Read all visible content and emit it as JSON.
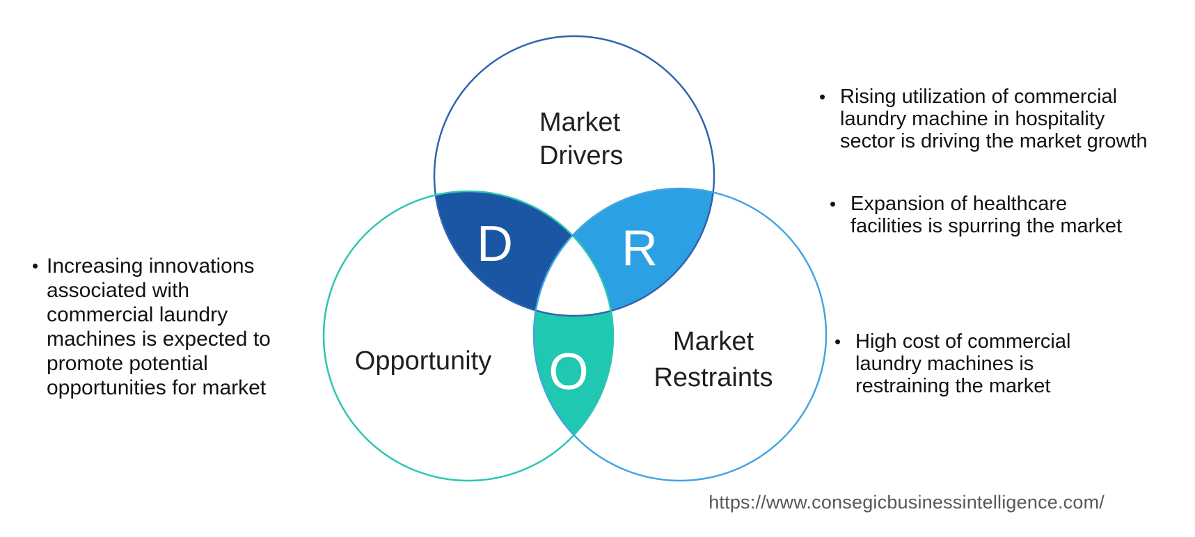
{
  "venn": {
    "labels": {
      "top_line1": "Market",
      "top_line2": "Drivers",
      "left": "Opportunity",
      "right_line1": "Market",
      "right_line2": "Restraints"
    },
    "letters": {
      "drivers": "D",
      "restraints": "R",
      "opportunity": "O"
    },
    "colors": {
      "drivers_overlap_fill": "#1b56a4",
      "restraints_overlap_fill": "#2ba1e3",
      "opportunity_overlap_fill": "#20c8b2",
      "center_overlap_fill": "#ffffff",
      "top_circle_stroke": "#2f63ae",
      "left_circle_stroke": "#2cc5b1",
      "right_circle_stroke": "#41a5e1",
      "letter_color": "#ffffff",
      "label_color": "#1f1f1f"
    }
  },
  "bullets": {
    "left": {
      "marker": "•",
      "text": "Increasing innovations\nassociated with\ncommercial laundry\nmachines is expected to\npromote potential\nopportunities for market"
    },
    "right_top": {
      "marker": "•",
      "text": "Rising utilization of commercial\nlaundry machine in hospitality\nsector is driving the market growth"
    },
    "right_middle": {
      "marker": "•",
      "text": "Expansion of healthcare\nfacilities is spurring the market"
    },
    "right_bottom": {
      "marker": "•",
      "text": "High cost of commercial\nlaundry machines is\nrestraining the market"
    }
  },
  "footer": {
    "source_url": "https://www.consegicbusinessintelligence.com/"
  }
}
